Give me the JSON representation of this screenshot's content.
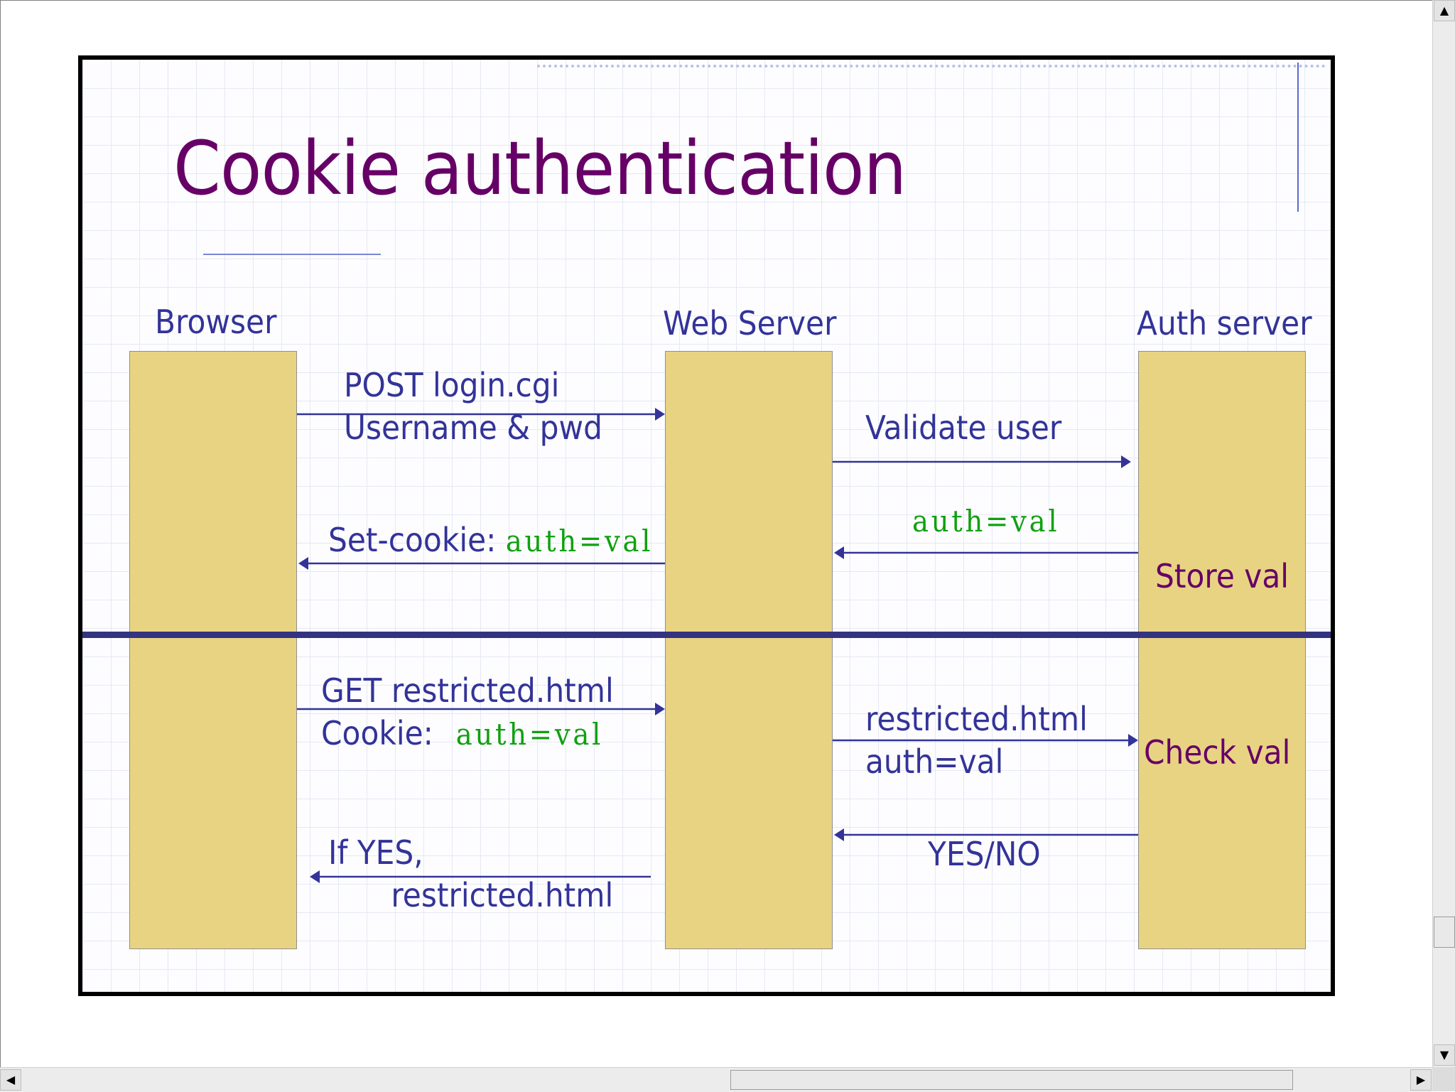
{
  "slide": {
    "title": "Cookie authentication"
  },
  "lanes": {
    "browser": "Browser",
    "web_server": "Web Server",
    "auth_server": "Auth server"
  },
  "messages": {
    "post_line1": "POST login.cgi",
    "post_line2": "Username & pwd",
    "validate_user": "Validate user",
    "set_cookie_prefix": "Set-cookie:",
    "set_cookie_value": "auth=val",
    "auth_reply": "auth=val",
    "get_line1": "GET restricted.html",
    "cookie_prefix": "Cookie:",
    "cookie_value": "auth=val",
    "forward_line1": "restricted.html",
    "forward_line2": "auth=val",
    "yes_no": "YES/NO",
    "if_yes_line1": "If YES,",
    "if_yes_line2": "restricted.html"
  },
  "notes": {
    "store_val": "Store val",
    "check_val": "Check val"
  },
  "colors": {
    "title": "#660066",
    "lane_text": "#333399",
    "lifeline_fill": "#e8d383",
    "cookie_value_text": "#11a011",
    "divider": "#333380"
  },
  "scrollbars": {
    "up_icon": "▲",
    "down_icon": "▼",
    "left_icon": "◀",
    "right_icon": "▶"
  }
}
